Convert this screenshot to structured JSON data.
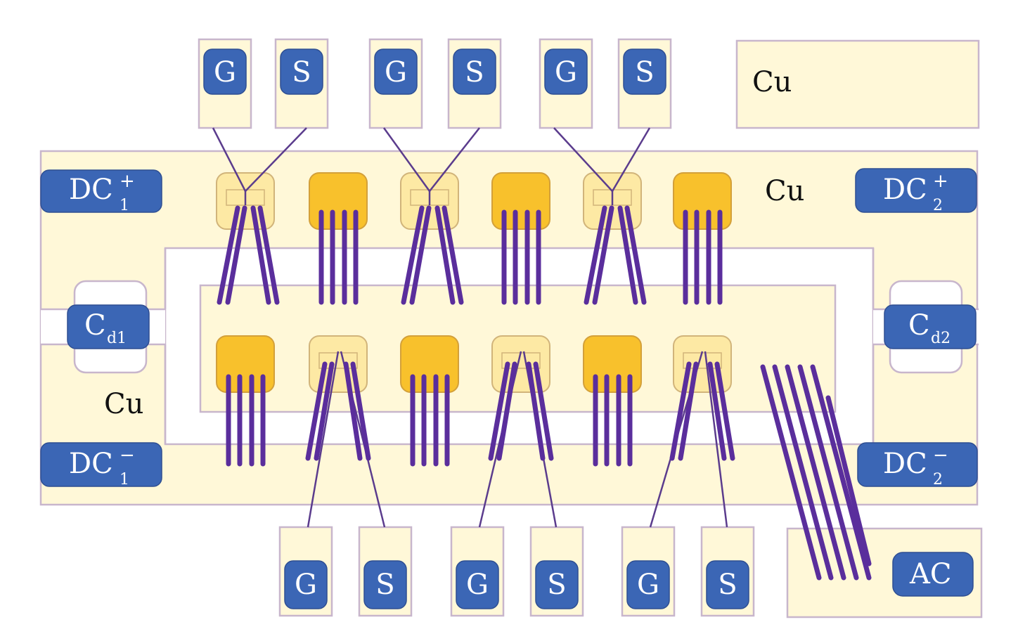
{
  "diagram": {
    "type": "power-module-layout",
    "colors": {
      "copper": "#fff8d8",
      "outline": "#c8b6cc",
      "terminal": "#3b66b5",
      "chip_solid": "#f8c12c",
      "chip_light": "#fde9a4",
      "bond_wire": "#5a2e9c"
    },
    "copper_labels": {
      "top_right": "Cu",
      "upper_rail": "Cu",
      "left_mid": "Cu"
    },
    "terminals": {
      "dc_plus_1": {
        "main": "DC",
        "sup": "+",
        "sub": "1"
      },
      "dc_plus_2": {
        "main": "DC",
        "sup": "+",
        "sub": "2"
      },
      "dc_minus_1": {
        "main": "DC",
        "sup": "−",
        "sub": "1"
      },
      "dc_minus_2": {
        "main": "DC",
        "sup": "−",
        "sub": "2"
      },
      "cd1": {
        "main": "C",
        "sub": "d1"
      },
      "cd2": {
        "main": "C",
        "sub": "d2"
      },
      "ac": {
        "main": "AC"
      }
    },
    "top_pads": [
      "G",
      "S",
      "G",
      "S",
      "G",
      "S"
    ],
    "bottom_pads": [
      "G",
      "S",
      "G",
      "S",
      "G",
      "S"
    ],
    "upper_row_chips": [
      "switch",
      "diode",
      "switch",
      "diode",
      "switch",
      "diode"
    ],
    "lower_row_chips": [
      "diode",
      "switch",
      "diode",
      "switch",
      "diode",
      "switch"
    ]
  }
}
